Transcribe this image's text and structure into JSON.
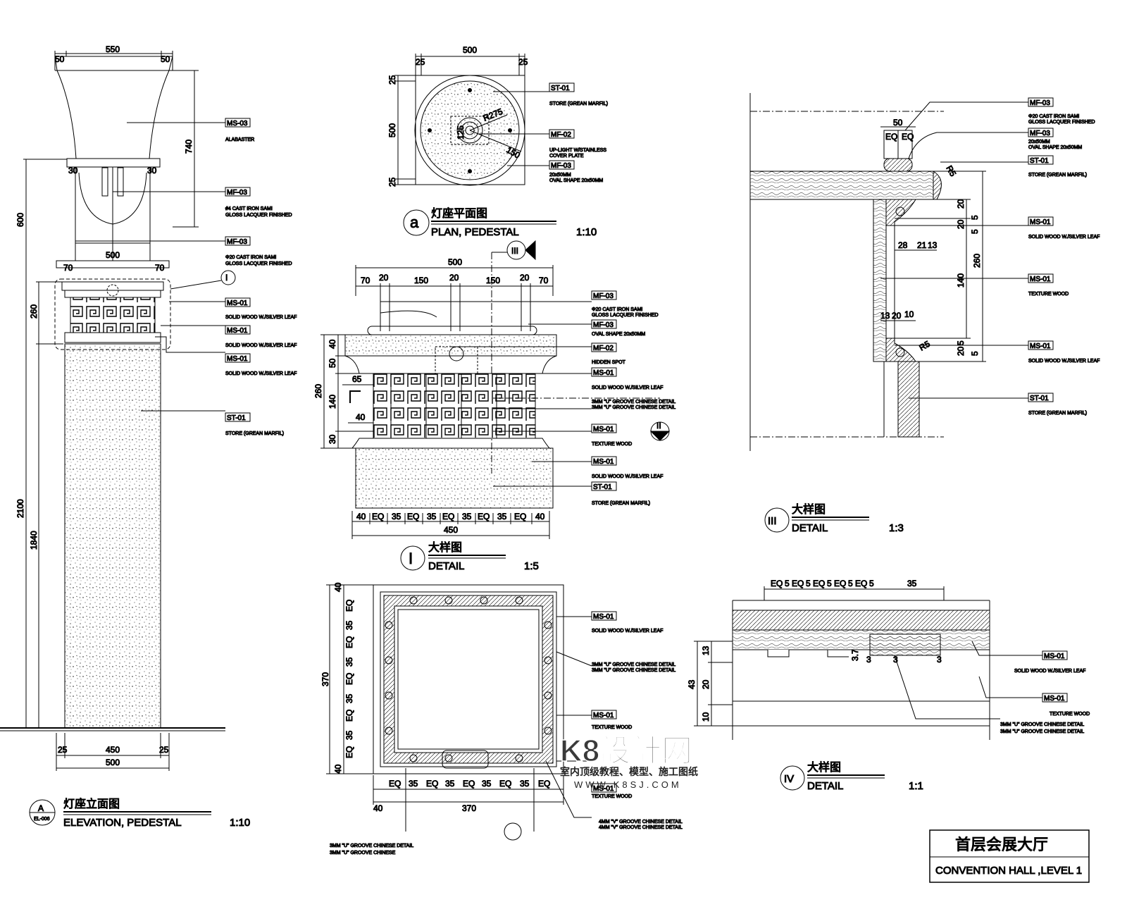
{
  "materials": {
    "ms03": {
      "tag": "MS-03",
      "en": "ALABASTER"
    },
    "mf03_cast": {
      "tag": "MF-03",
      "en1": "#4 CAST IRON SAMI",
      "en2": "GLOSS LACQUER FINISHED"
    },
    "mf03_cast20": {
      "tag": "MF-03",
      "en1": "Φ20 CAST IRON SAMI",
      "en2": "GLOSS LACQUER FINISHED"
    },
    "mf03_oval": {
      "tag": "MF-03",
      "en1": "20x50MM",
      "en2": "OVAL SHAPE 20x50MM"
    },
    "mf02_up": {
      "tag": "MF-02",
      "en1": "UP-LIGHT W/STAINLESS",
      "en2": "COVER PLATE"
    },
    "mf02_hidden": {
      "tag": "MF-02",
      "en": "HIDDEN SPOT"
    },
    "ms01_silver": {
      "tag": "MS-01",
      "en": "SOLID WOOD W./SILVER LEAF"
    },
    "ms01_texture": {
      "tag": "MS-01",
      "en": "TEXTURE WOOD"
    },
    "st01": {
      "tag": "ST-01",
      "en": "STORE (GREAN MARFIL)"
    },
    "groove_u": {
      "en1": "3MM \"U\" GROOVE CHINESE DETAIL",
      "en2": "3MM \"U\" GROOVE CHINESE"
    },
    "groove_v": {
      "en": "4MM \"V\" GROOVE CHINESE DETAIL"
    }
  },
  "titles": {
    "A": {
      "marker": "A",
      "sub": "EL-006",
      "cn": "灯座立面图",
      "en": "ELEVATION, PEDESTAL",
      "scale": "1:10"
    },
    "a": {
      "marker": "a",
      "cn": "灯座平面图",
      "en": "PLAN, PEDESTAL",
      "scale": "1:10"
    },
    "I": {
      "marker": "I",
      "cn": "大样图",
      "en": "DETAIL",
      "scale": "1:5"
    },
    "III": {
      "marker": "III",
      "cn": "大样图",
      "en": "DETAIL",
      "scale": "1:3"
    },
    "IV": {
      "marker": "IV",
      "cn": "大样图",
      "en": "DETAIL",
      "scale": "1:1"
    }
  },
  "section_markers": {
    "s1": "I",
    "s3": "III"
  },
  "dims": {
    "A": {
      "top": [
        "50",
        "550",
        "50"
      ],
      "v740": "740",
      "v600": "600",
      "v500": "500",
      "s70": "70",
      "v260": "260",
      "v2100": "2100",
      "v1840": "1840",
      "b25": "25",
      "b450": "450",
      "b500": "500",
      "s30": "30"
    },
    "plan": {
      "top": [
        "25",
        "500",
        "25"
      ],
      "v25": "25",
      "v500": "500",
      "r275": "R275",
      "d125": "125",
      "d150": "150"
    },
    "I": {
      "top500": "500",
      "row": [
        "70",
        "20",
        "150",
        "20",
        "150",
        "20",
        "70"
      ],
      "left": [
        "40",
        "50",
        "260",
        "140",
        "30"
      ],
      "d65": "65",
      "d40": "40",
      "bottom": [
        "40",
        "EQ",
        "35",
        "EQ",
        "35",
        "EQ",
        "35",
        "EQ",
        "35",
        "EQ",
        "40"
      ],
      "b450": "450"
    },
    "III": {
      "eq": "EQ",
      "d50": "50",
      "r5": "R5",
      "d20": "20",
      "d5": "5",
      "d28": "28",
      "d21": "21",
      "d13": "13",
      "d260": "260",
      "d140": "140",
      "d10": "10"
    },
    "IV": {
      "top": [
        "EQ",
        "5",
        "EQ",
        "5",
        "EQ",
        "5",
        "EQ",
        "5",
        "EQ",
        "5"
      ],
      "d35": "35",
      "d13": "13",
      "d43": "43",
      "d20": "20",
      "d10": "10",
      "d37": "3.7",
      "d3": "3"
    },
    "sq": {
      "left": [
        "40",
        "EQ",
        "35",
        "EQ",
        "35",
        "EQ",
        "35",
        "EQ",
        "35",
        "EQ",
        "40"
      ],
      "v370": "370",
      "bottom": [
        "EQ",
        "35",
        "EQ",
        "35",
        "EQ",
        "35",
        "EQ",
        "35",
        "EQ"
      ],
      "b370": "370",
      "b40": "40"
    }
  },
  "titleblock": {
    "cn": "首层会展大厅",
    "en": "CONVENTION HALL ,LEVEL 1"
  },
  "watermark": {
    "logo": "K8設計网",
    "cn": "室内顶级教程、模型、施工图纸",
    "url": "WWW.K8SJ.COM"
  }
}
